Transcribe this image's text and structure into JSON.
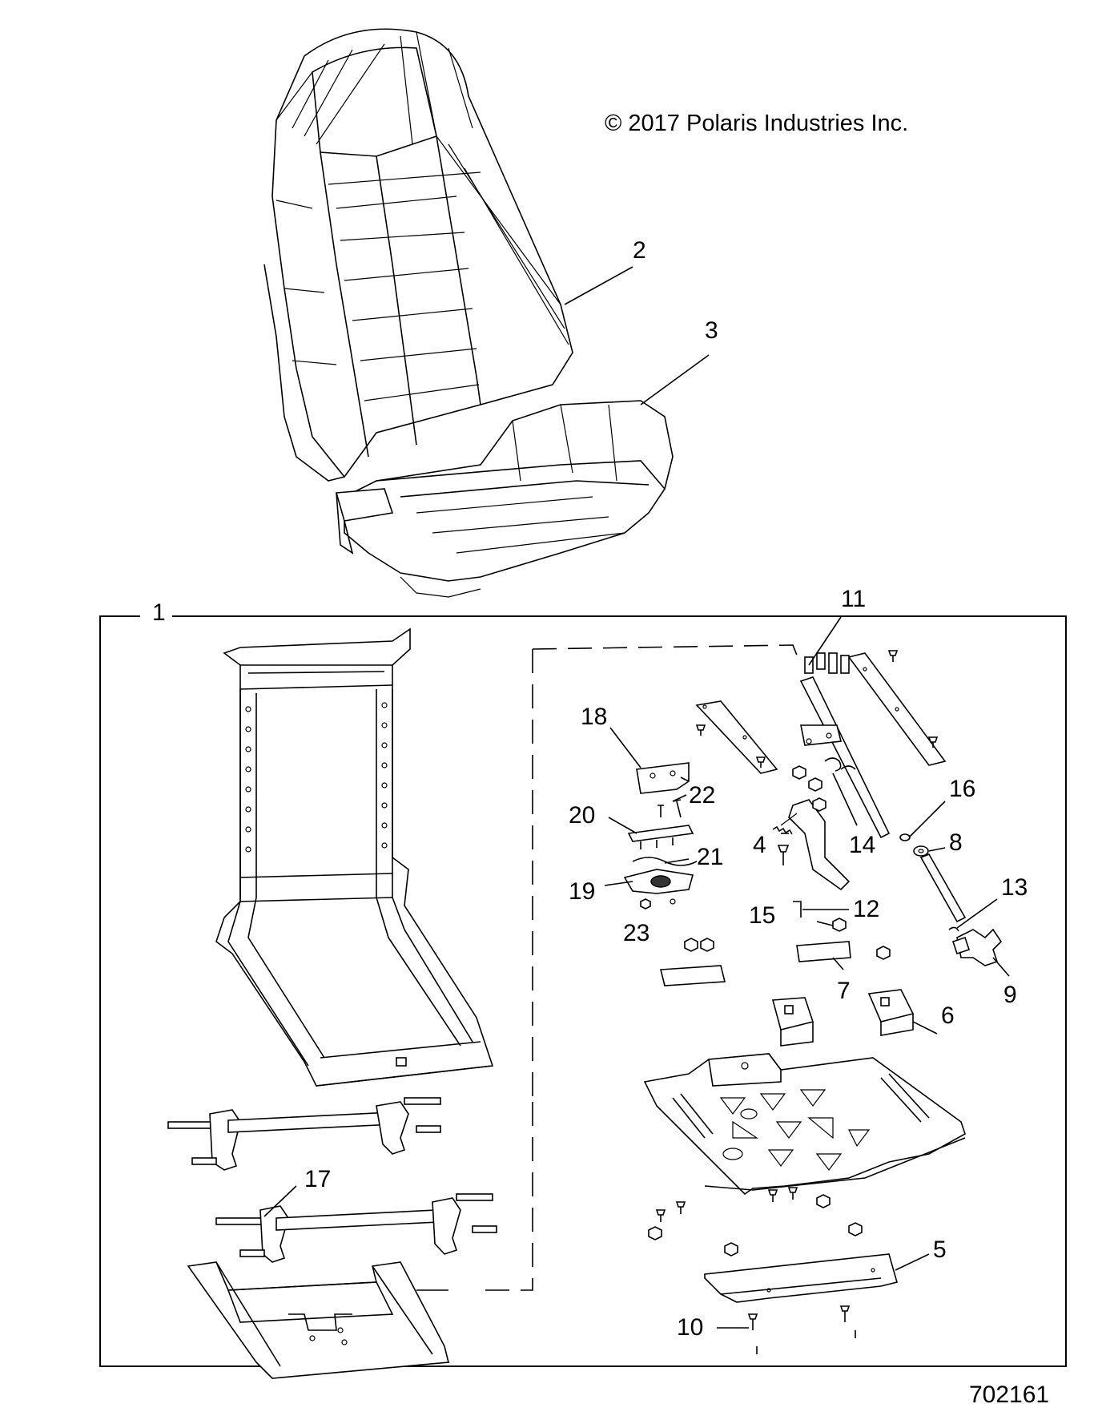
{
  "diagram": {
    "copyright": "© 2017 Polaris Industries Inc.",
    "figure_number": "702161",
    "callouts": [
      "1",
      "2",
      "3",
      "4",
      "5",
      "6",
      "7",
      "8",
      "9",
      "10",
      "11",
      "12",
      "13",
      "14",
      "15",
      "16",
      "17",
      "18",
      "19",
      "20",
      "21",
      "22",
      "23"
    ]
  }
}
